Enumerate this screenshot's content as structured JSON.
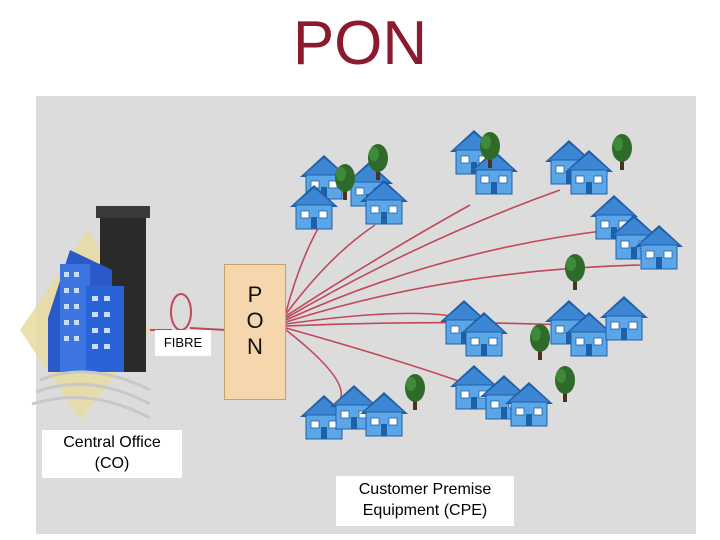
{
  "title": "PON",
  "labels": {
    "fibre": "FIBRE",
    "central_office_line1": "Central Office",
    "central_office_line2": "(CO)",
    "splitter_letters": [
      "P",
      "O",
      "N"
    ],
    "cpe_line1": "Customer Premise",
    "cpe_line2": "Equipment (CPE)"
  },
  "colors": {
    "title": "#8b1a2e",
    "fibre": "#c0485a",
    "panel": "#dcdcdc",
    "splitter": "#f6d6ad",
    "house_wall": "#5aa6e6",
    "house_roof": "#1f5fa8",
    "tree": "#2e6b2a"
  },
  "icons": {
    "central_office": "office-building-icon",
    "house": "house-icon",
    "tree": "tree-icon"
  }
}
